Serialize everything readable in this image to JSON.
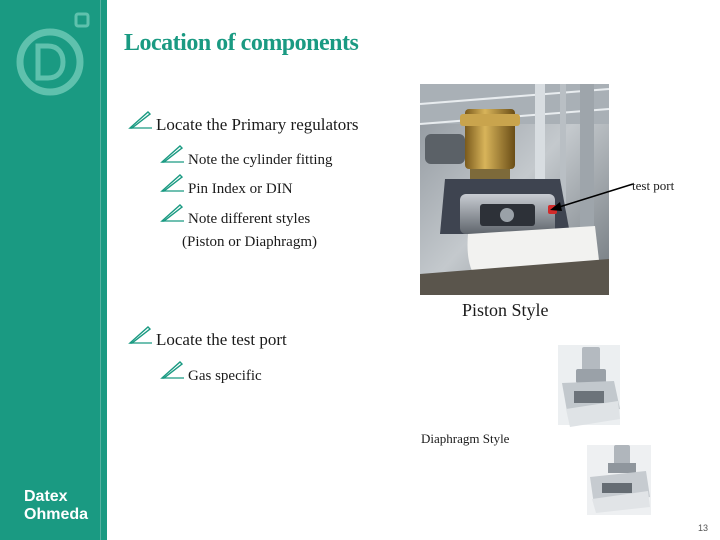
{
  "slide": {
    "title": "Location of components",
    "page_number": "13",
    "accent_color": "#1a9a82"
  },
  "brand": {
    "line1": "Datex",
    "line2": "Ohmeda"
  },
  "content": {
    "bullets": [
      {
        "text": "Locate the Primary regulators",
        "level": 1
      },
      {
        "text": "Note the cylinder fitting",
        "level": 2
      },
      {
        "text": "Pin Index or DIN",
        "level": 2
      },
      {
        "text": "Note different styles",
        "level": 2
      },
      {
        "text": "(Piston or Diaphragm)",
        "level": 2,
        "continuation": true
      },
      {
        "text": "Locate the test port",
        "level": 1
      },
      {
        "text": "Gas specific",
        "level": 2
      }
    ],
    "bullet_icon": "pen-nib-icon"
  },
  "figures": {
    "test_port_label": "test port",
    "piston_caption": "Piston Style",
    "diaphragm_caption": "Diaphragm Style"
  }
}
